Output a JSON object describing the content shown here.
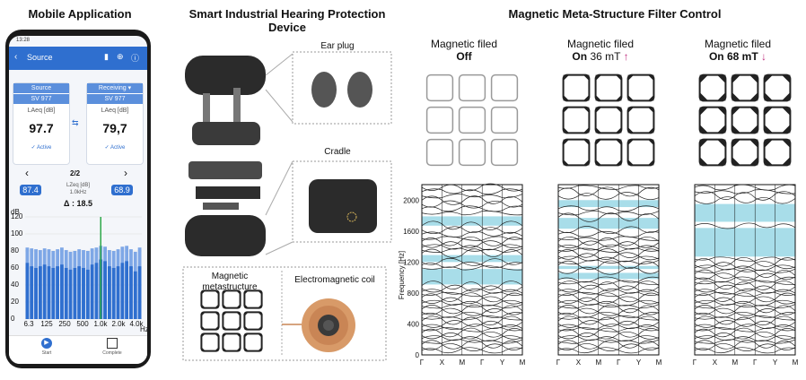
{
  "titles": {
    "mobile": "Mobile Application",
    "device": "Smart Industrial Hearing Protection Device",
    "filter": "Magnetic Meta-Structure Filter Control"
  },
  "phone": {
    "time": "13:28",
    "header_title": "Source",
    "source_label": "Source",
    "receiving_label": "Receiving",
    "sv_left": "SV 977",
    "sv_right": "SV 977",
    "laeq_label": "LAeq [dB]",
    "value_left": "97.7",
    "value_right": "79,7",
    "status": "Active",
    "page": "2/2",
    "pill_left": "87.4",
    "pill_right": "68.9",
    "band_label": "LZeq [dB]",
    "band_freq": "1.0kHz",
    "delta": "Δ : 18.5",
    "y_unit": "dB",
    "y_ticks": [
      "120",
      "100",
      "80",
      "60",
      "40",
      "20",
      "0"
    ],
    "x_ticks": [
      "6.3",
      "125",
      "250",
      "500",
      "1.0k",
      "2.0k",
      "4.0k"
    ],
    "x_unit": "Hz",
    "nav_start": "Start",
    "nav_complete": "Complete",
    "bars_top": [
      84,
      83,
      82,
      81,
      83,
      82,
      80,
      82,
      84,
      81,
      79,
      80,
      82,
      81,
      80,
      83,
      84,
      86,
      85,
      81,
      80,
      82,
      85,
      86,
      82,
      79,
      84
    ],
    "bars_bottom": [
      66,
      62,
      60,
      62,
      64,
      62,
      60,
      62,
      64,
      60,
      58,
      60,
      62,
      60,
      58,
      64,
      66,
      70,
      68,
      62,
      60,
      62,
      66,
      68,
      62,
      56,
      62
    ]
  },
  "device": {
    "ear_plug": "Ear plug",
    "cradle": "Cradle",
    "meta_label": "Magnetic metastructure",
    "coil_label": "Electromagnetic coil"
  },
  "filter": {
    "field_label": "Magnetic filed",
    "states": [
      {
        "state": "Off",
        "value": "",
        "arrow": ""
      },
      {
        "state": "On",
        "value": "36 mT",
        "arrow": "↑"
      },
      {
        "state": "On",
        "value": "68 mT",
        "arrow": "↓"
      }
    ],
    "y_axis_label": "Frequency [Hz]",
    "y_ticks": [
      "0",
      "400",
      "800",
      "1200",
      "1600",
      "2000"
    ],
    "x_ticks": [
      "Γ",
      "X",
      "M",
      "Γ",
      "Y",
      "M"
    ],
    "band_color": "#a8dde9",
    "bandgaps_hz": [
      [
        [
          1200,
          1290
        ],
        [
          1670,
          1790
        ],
        [
          910,
          1110
        ]
      ],
      [
        [
          1910,
          2000
        ],
        [
          1630,
          1770
        ],
        [
          980,
          1060
        ],
        [
          1110,
          1150
        ]
      ],
      [
        [
          1720,
          1950
        ],
        [
          1270,
          1640
        ]
      ]
    ]
  }
}
